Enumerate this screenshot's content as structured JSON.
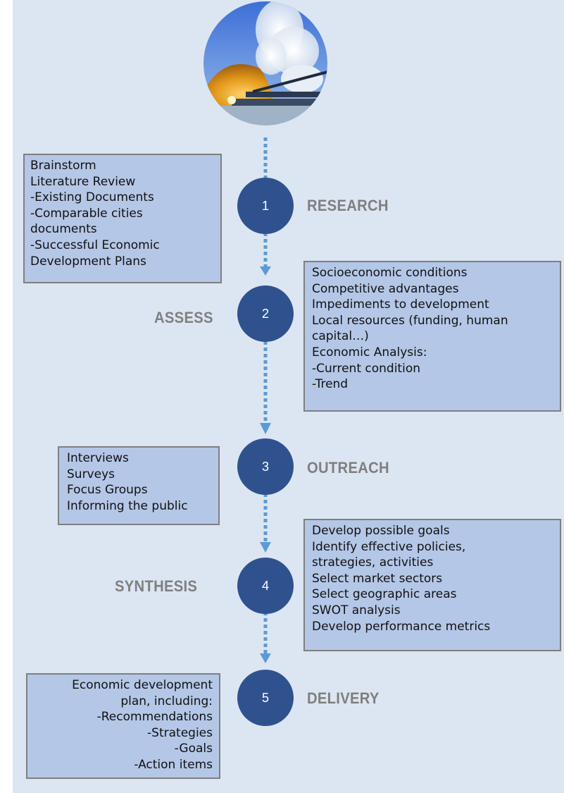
{
  "colors": {
    "panel_background": "#dce6f2",
    "step_circle": "#2f528f",
    "box_fill": "#b4c7e7",
    "box_border": "#7f7f7f",
    "label_text": "#7f7f7f",
    "connector": "#5b9bd5"
  },
  "header_image": {
    "icon": "industrial-plant-photo"
  },
  "steps": [
    {
      "number": "1",
      "label": "RESEARCH"
    },
    {
      "number": "2",
      "label": "ASSESS"
    },
    {
      "number": "3",
      "label": "OUTREACH"
    },
    {
      "number": "4",
      "label": "SYNTHESIS"
    },
    {
      "number": "5",
      "label": "DELIVERY"
    }
  ],
  "boxes": {
    "research": [
      "Brainstorm",
      "Literature Review",
      "-Existing Documents",
      "-Comparable cities",
      "documents",
      "-Successful Economic",
      "Development Plans"
    ],
    "assess": [
      "Socioeconomic conditions",
      "Competitive advantages",
      "Impediments to development",
      "Local resources (funding, human",
      "capital…)",
      "Economic Analysis:",
      "-Current condition",
      "-Trend"
    ],
    "outreach": [
      "Interviews",
      "Surveys",
      "Focus Groups",
      "Informing the public"
    ],
    "synthesis": [
      "Develop possible goals",
      "Identify effective policies,",
      "strategies, activities",
      "Select market sectors",
      "Select geographic areas",
      "SWOT analysis",
      "Develop performance metrics"
    ],
    "delivery": [
      "Economic development",
      "plan, including:",
      "-Recommendations",
      "-Strategies",
      "-Goals",
      "-Action items"
    ]
  }
}
